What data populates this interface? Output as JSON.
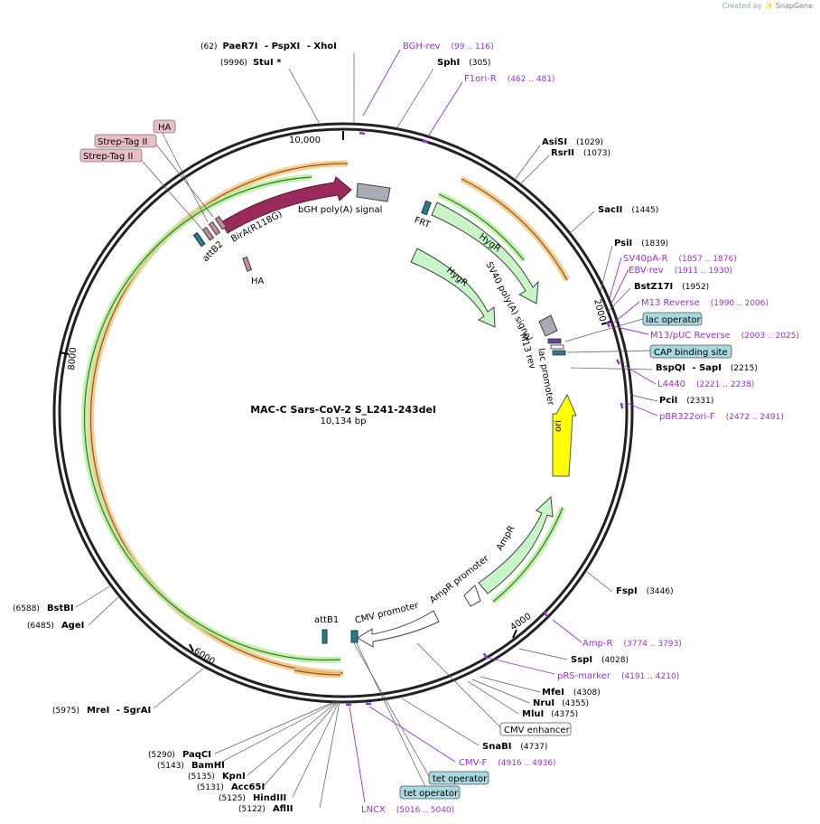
{
  "credit": {
    "prefix": "Created by",
    "brand": "SnapGene"
  },
  "plasmid": {
    "name": "MAC-C Sars-CoV-2 S_L241-243del",
    "length_label": "10,134 bp",
    "length": 10134
  },
  "ticks": [
    {
      "label": "10,000"
    },
    {
      "label": "2000"
    },
    {
      "label": "4000"
    },
    {
      "label": "6000"
    },
    {
      "label": "8000"
    }
  ],
  "enzymes": [
    {
      "pos": "(62)",
      "names": [
        "PaeR7I",
        " - PspXI",
        " - XhoI"
      ]
    },
    {
      "pos": "(9996)",
      "names": [
        "StuI *"
      ]
    },
    {
      "pos": "(305)",
      "names": [
        "SphI"
      ]
    },
    {
      "pos": "(1029)",
      "names": [
        "AsiSI"
      ]
    },
    {
      "pos": "(1073)",
      "names": [
        "RsrII"
      ]
    },
    {
      "pos": "(1445)",
      "names": [
        "SacII"
      ]
    },
    {
      "pos": "(1839)",
      "names": [
        "PsiI"
      ]
    },
    {
      "pos": "(1952)",
      "names": [
        "BstZ17I"
      ]
    },
    {
      "pos": "(2215)",
      "names": [
        "BspQI",
        " - SapI"
      ]
    },
    {
      "pos": "(2331)",
      "names": [
        "PciI"
      ]
    },
    {
      "pos": "(3446)",
      "names": [
        "FspI"
      ]
    },
    {
      "pos": "(4028)",
      "names": [
        "SspI"
      ]
    },
    {
      "pos": "(4308)",
      "names": [
        "MfeI"
      ]
    },
    {
      "pos": "(4355)",
      "names": [
        "NruI"
      ]
    },
    {
      "pos": "(4375)",
      "names": [
        "MluI"
      ]
    },
    {
      "pos": "(4737)",
      "names": [
        "SnaBI"
      ]
    },
    {
      "pos": "(5290)",
      "names": [
        "PaqCI"
      ]
    },
    {
      "pos": "(5143)",
      "names": [
        "BamHI"
      ]
    },
    {
      "pos": "(5135)",
      "names": [
        "KpnI"
      ]
    },
    {
      "pos": "(5131)",
      "names": [
        "Acc65I"
      ]
    },
    {
      "pos": "(5125)",
      "names": [
        "HindIII"
      ]
    },
    {
      "pos": "(5122)",
      "names": [
        "AflII"
      ]
    },
    {
      "pos": "(5975)",
      "names": [
        "MreI",
        " - SgrAI"
      ]
    },
    {
      "pos": "(6485)",
      "names": [
        "AgeI"
      ]
    },
    {
      "pos": "(6588)",
      "names": [
        "BstBI"
      ]
    }
  ],
  "primers": [
    {
      "name": "BGH-rev",
      "range": "(99 .. 116)"
    },
    {
      "name": "F1ori-R",
      "range": "(462 .. 481)"
    },
    {
      "name": "SV40pA-R",
      "range": "(1857 .. 1876)"
    },
    {
      "name": "EBV-rev",
      "range": "(1911 .. 1930)"
    },
    {
      "name": "M13 Reverse",
      "range": "(1990 .. 2006)"
    },
    {
      "name": "M13/pUC Reverse",
      "range": "(2003 .. 2025)"
    },
    {
      "name": "L4440",
      "range": "(2221 .. 2238)"
    },
    {
      "name": "pBR322ori-F",
      "range": "(2472 .. 2491)"
    },
    {
      "name": "Amp-R",
      "range": "(3774 .. 3793)"
    },
    {
      "name": "pRS-marker",
      "range": "(4191 .. 4210)"
    },
    {
      "name": "CMV-F",
      "range": "(4916 .. 4936)"
    },
    {
      "name": "LNCX",
      "range": "(5016 .. 5040)"
    }
  ],
  "boxed_features": [
    {
      "label": "HA",
      "color": "#e8bfc8"
    },
    {
      "label": "Strep-Tag II",
      "color": "#e8bfc8"
    },
    {
      "label": "Strep-Tag II",
      "color": "#e8bfc8"
    },
    {
      "label": "lac operator",
      "color": "#a8d8e0"
    },
    {
      "label": "CAP binding site",
      "color": "#a8d8e0"
    },
    {
      "label": "CMV enhancer",
      "color": "#ffffff"
    },
    {
      "label": "tet operator",
      "color": "#a8d8e0"
    },
    {
      "label": "tet operator",
      "color": "#a8d8e0"
    }
  ],
  "features": [
    {
      "label": "BirA(R118G)",
      "color": "#9b2a5c"
    },
    {
      "label": "bGH poly(A) signal",
      "color": "#a8adb5"
    },
    {
      "label": "FRT",
      "color": "#2e7a8a"
    },
    {
      "label": "HygR",
      "color": "#c8f5c8"
    },
    {
      "label": "HygR",
      "color": "#c8f5c8"
    },
    {
      "label": "SV40 poly(A) signal",
      "color": "#a8adb5"
    },
    {
      "label": "M13 rev",
      "color": "#6b3fa0"
    },
    {
      "label": "lac promoter",
      "color": "#2e7a8a"
    },
    {
      "label": "ori",
      "color": "#ffff00"
    },
    {
      "label": "AmpR",
      "color": "#c8f5c8"
    },
    {
      "label": "AmpR promoter",
      "color": "#ffffff"
    },
    {
      "label": "CMV promoter",
      "color": "#ffffff"
    },
    {
      "label": "attB1",
      "color": "#2e7a8a"
    },
    {
      "label": "attB2",
      "color": "#2e7a8a"
    },
    {
      "label": "HA",
      "color": "#c48a98"
    }
  ],
  "colors": {
    "backbone": "#222222",
    "orf_orange": "#f5a623",
    "orf_green": "#3a8f1e",
    "primer": "#9b30d9"
  }
}
